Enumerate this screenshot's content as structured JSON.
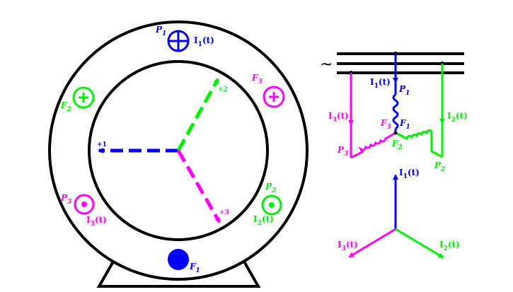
{
  "colors": {
    "phase1": "#0000ff",
    "phase2": "#00ee00",
    "phase3": "#ff00ff",
    "frame": "#000000"
  },
  "supply": {
    "symbol": "~"
  },
  "stator": {
    "p1": {
      "letter": "P",
      "sub": "1"
    },
    "f1": {
      "letter": "F",
      "sub": "1"
    },
    "p2": {
      "letter": "P",
      "sub": "2"
    },
    "f2": {
      "letter": "F",
      "sub": "2"
    },
    "p3": {
      "letter": "P",
      "sub": "3"
    },
    "f3": {
      "letter": "F",
      "sub": "3"
    },
    "i1": {
      "letter": "I",
      "sub": "1",
      "tail": "(t)"
    },
    "i2": {
      "letter": "I",
      "sub": "2",
      "tail": "(t)"
    },
    "i3": {
      "letter": "I",
      "sub": "3",
      "tail": "(t)"
    }
  },
  "rotor_axes": {
    "a1": "+1",
    "a2": "+2",
    "a3": "+3"
  },
  "circuit": {
    "i1": {
      "letter": "I",
      "sub": "1",
      "tail": "(t)"
    },
    "i2": {
      "letter": "I",
      "sub": "2",
      "tail": "(t)"
    },
    "i3": {
      "letter": "I",
      "sub": "3",
      "tail": "(t)"
    },
    "p1": {
      "letter": "P",
      "sub": "1"
    },
    "p2": {
      "letter": "P",
      "sub": "2"
    },
    "p3": {
      "letter": "P",
      "sub": "3"
    },
    "f1": {
      "letter": "F",
      "sub": "1"
    },
    "f2": {
      "letter": "F",
      "sub": "2"
    },
    "f3": {
      "letter": "F",
      "sub": "3"
    }
  },
  "phasor": {
    "i1": {
      "letter": "I",
      "sub": "1",
      "tail": "(t)"
    },
    "i2": {
      "letter": "I",
      "sub": "2",
      "tail": "(t)"
    },
    "i3": {
      "letter": "I",
      "sub": "3",
      "tail": "(t)"
    }
  }
}
